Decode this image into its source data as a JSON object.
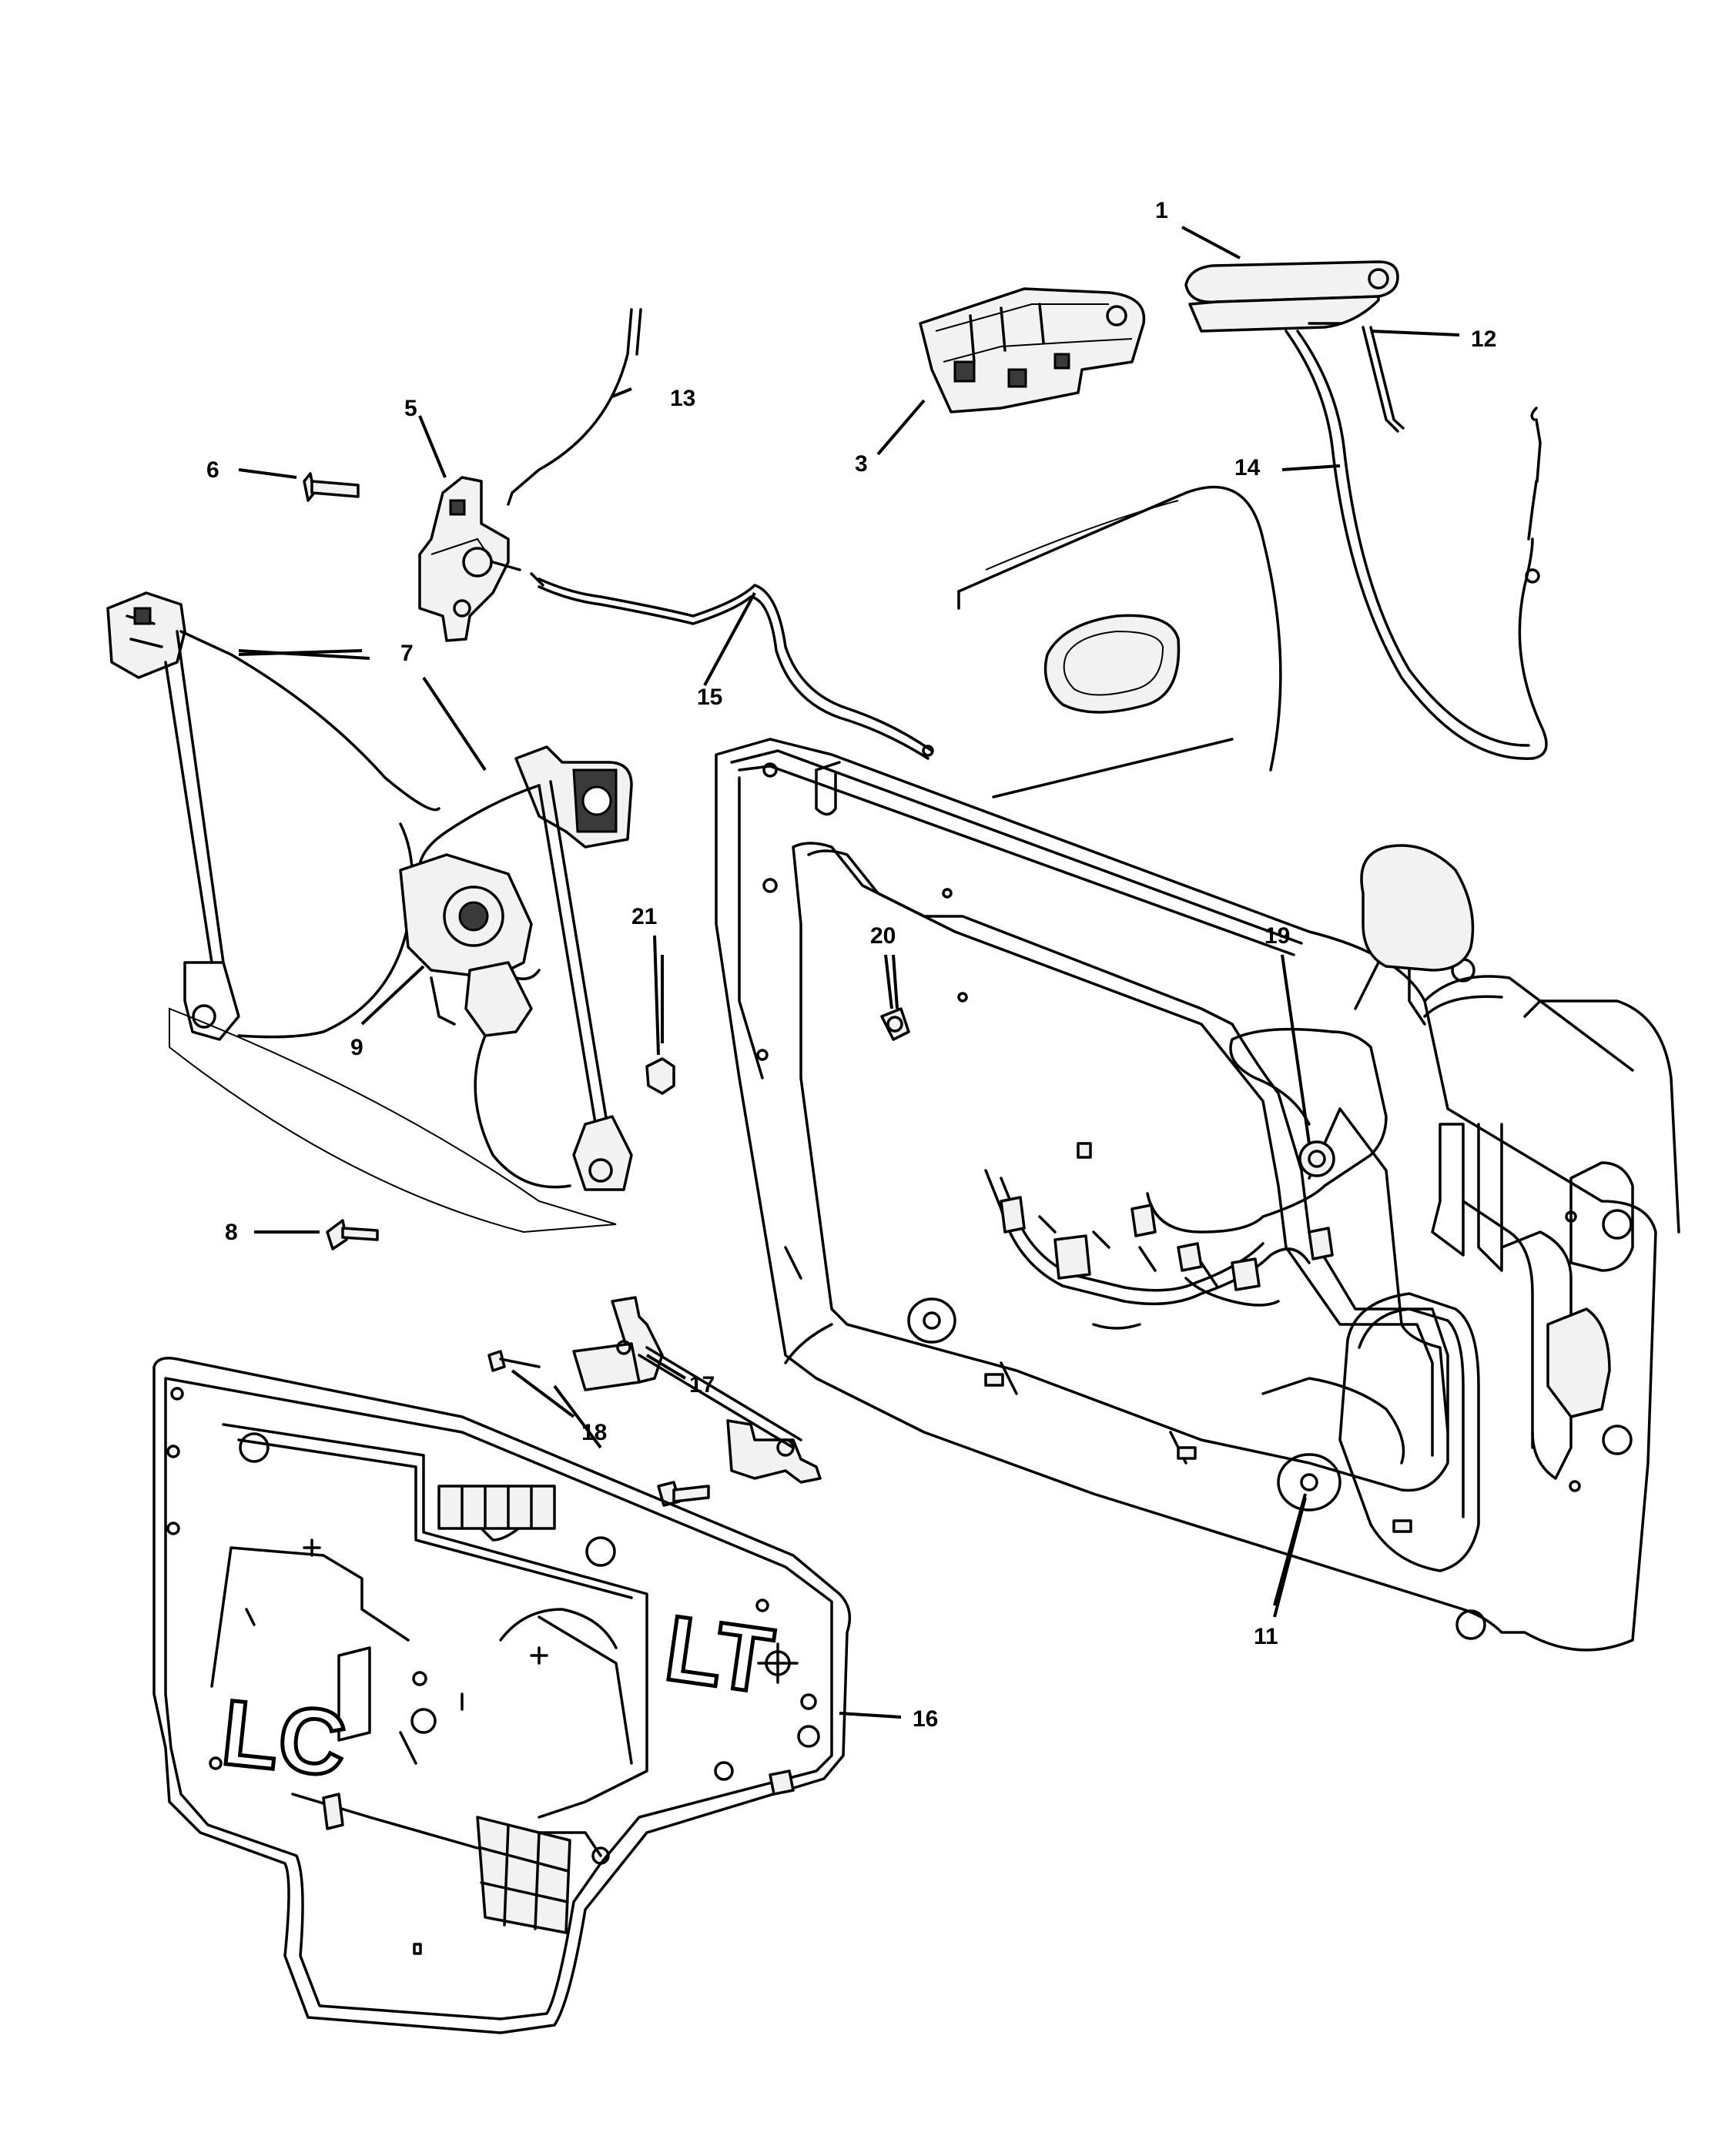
{
  "callouts": [
    "1",
    "3",
    "5",
    "6",
    "7",
    "8",
    "9",
    "11",
    "12",
    "13",
    "14",
    "15",
    "16",
    "17",
    "18",
    "19",
    "20",
    "21"
  ],
  "panel_stamps": {
    "left": "LC",
    "right": "LT"
  },
  "icons": {
    "outside_handle": "door-outside-handle-icon",
    "handle_bracket": "handle-reinforcement-bracket-icon",
    "latch": "door-latch-icon",
    "window_regulator": "window-regulator-icon",
    "regulator_motor": "window-motor-icon",
    "door_shell": "door-inner-panel-icon",
    "water_shield": "door-water-shield-icon",
    "check_strap": "door-check-strap-icon"
  }
}
